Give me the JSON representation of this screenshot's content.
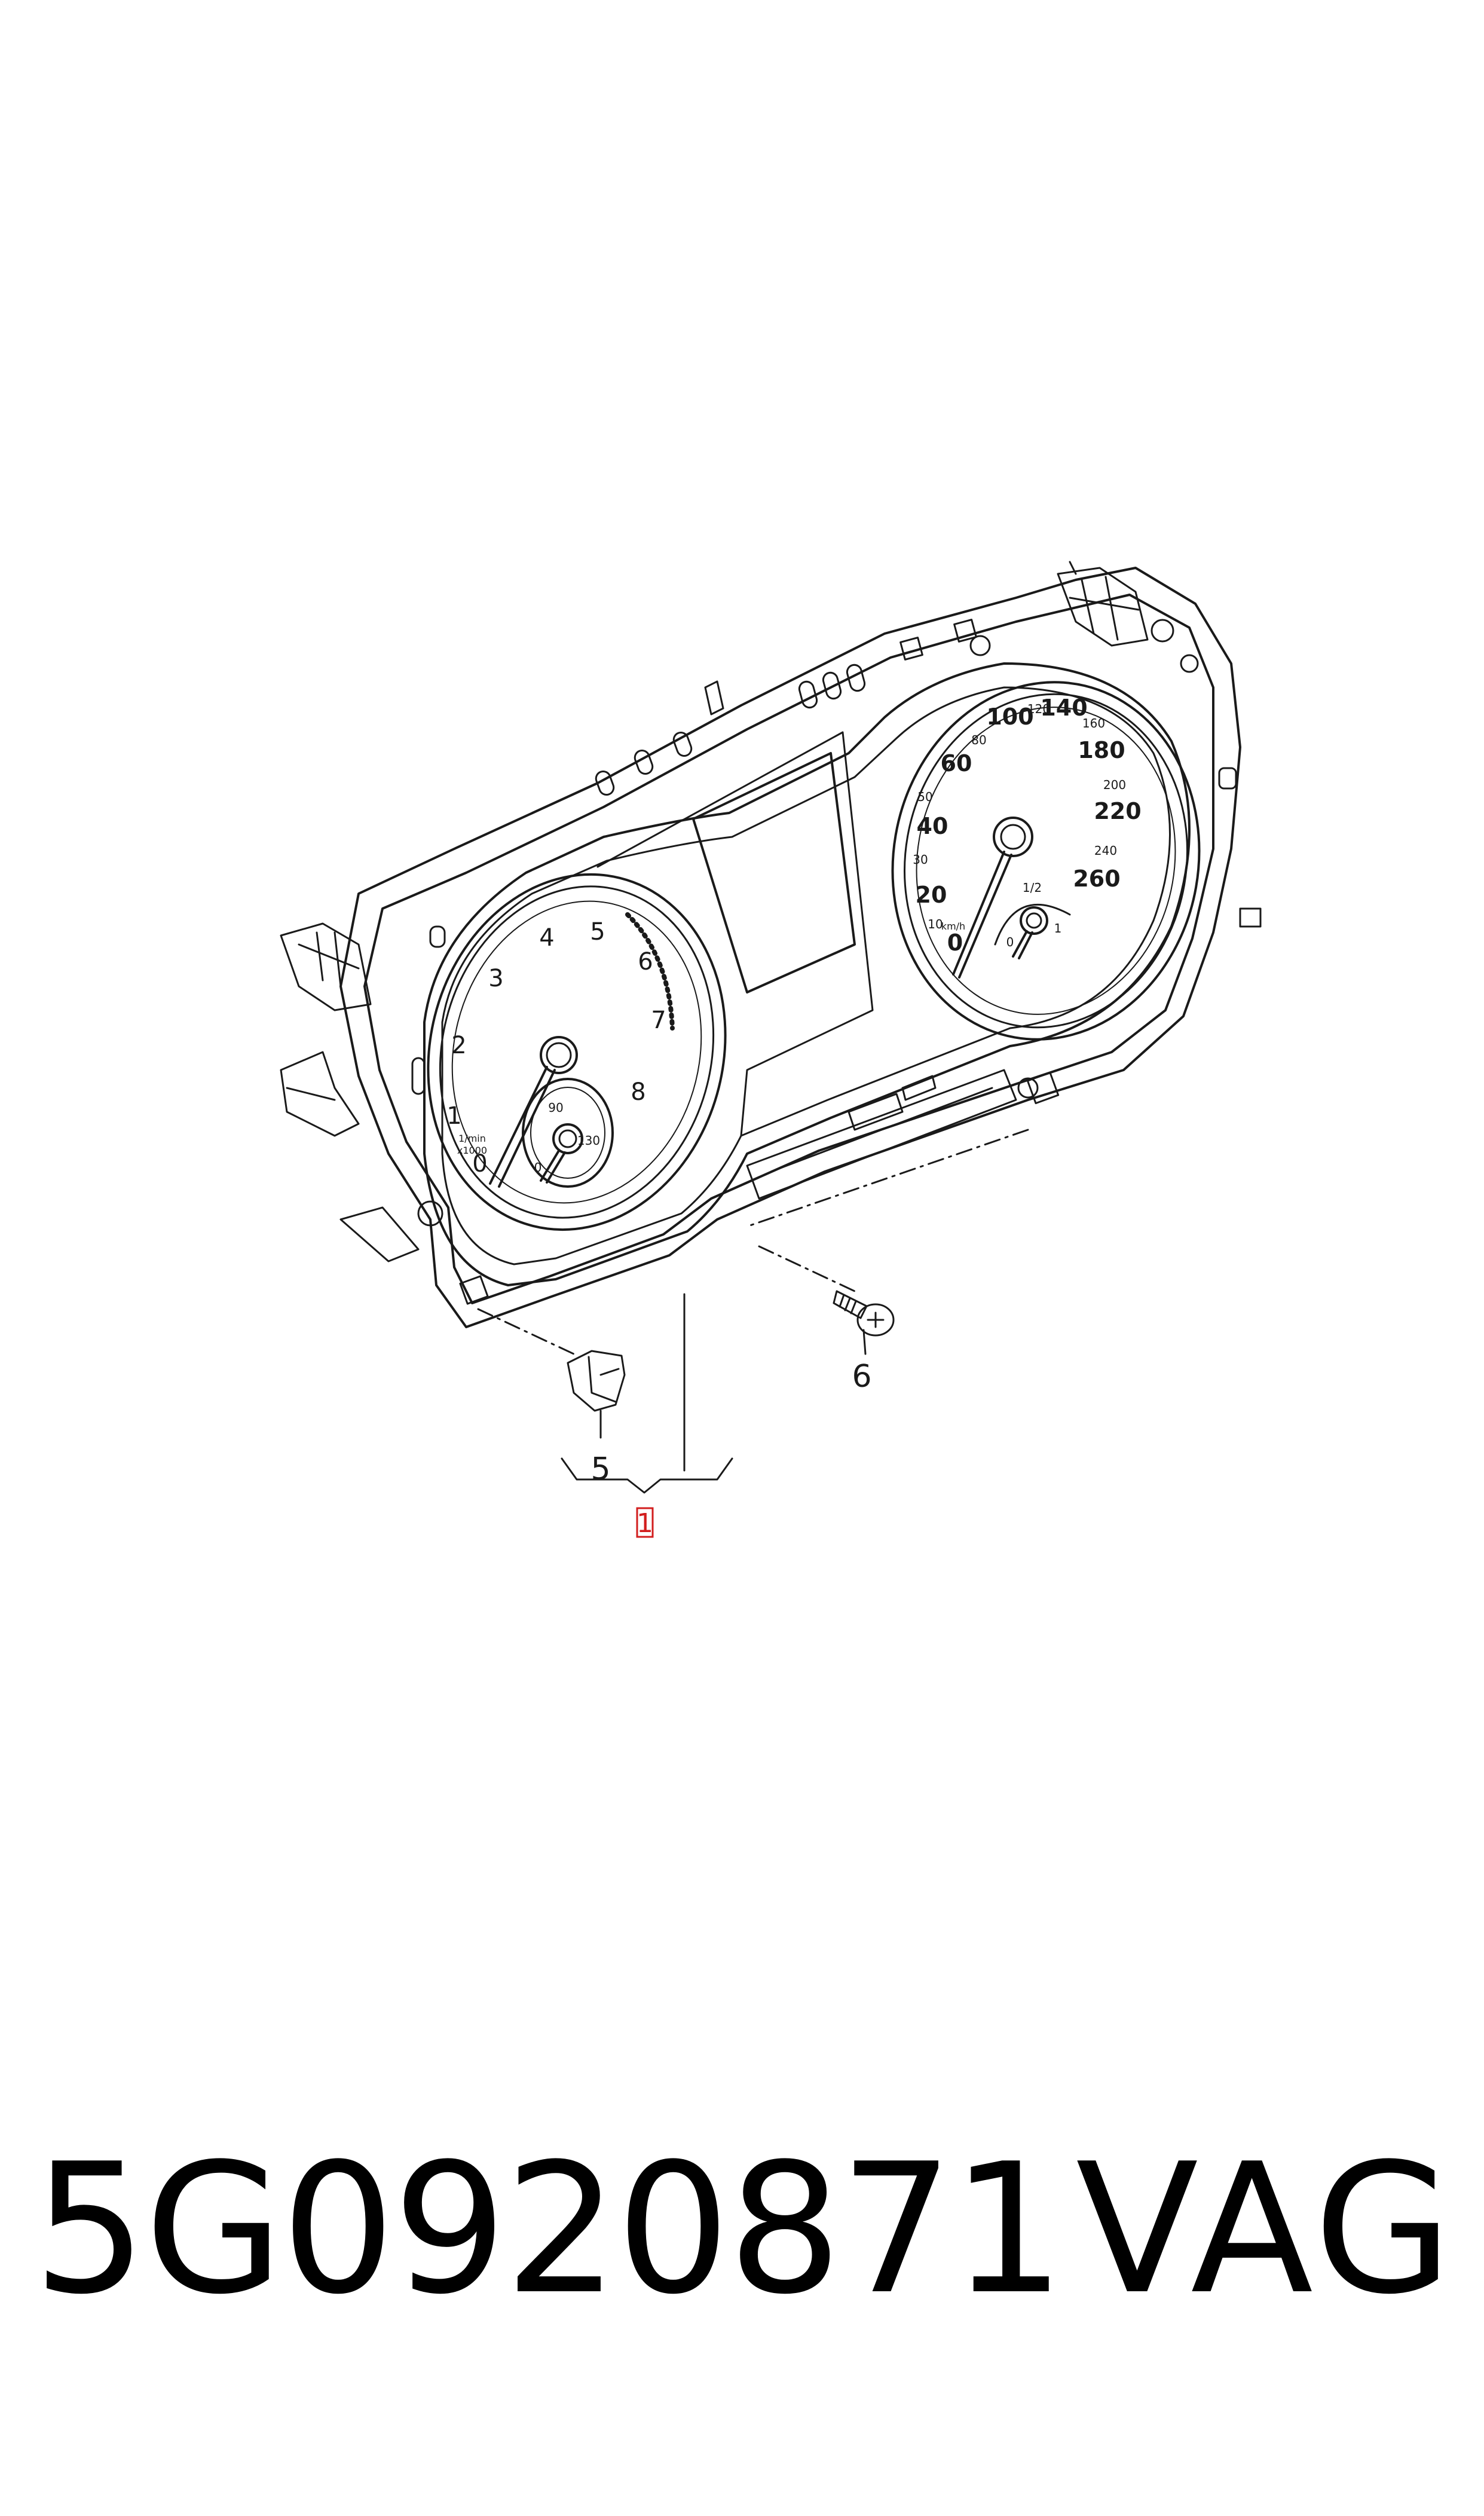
{
  "diagram": {
    "callouts": [
      {
        "id": "1",
        "label": "1",
        "highlight_color": "#d21e1e"
      },
      {
        "id": "5",
        "label": "5"
      },
      {
        "id": "6",
        "label": "6"
      }
    ],
    "tachometer": {
      "ticks": [
        "0",
        "1",
        "2",
        "3",
        "4",
        "5",
        "6",
        "7",
        "8"
      ],
      "unit_label": "1/min\nx1000",
      "temperature_ticks": [
        "0",
        "90",
        "130"
      ]
    },
    "speedometer": {
      "ticks_major": [
        "0",
        "20",
        "40",
        "60",
        "100",
        "140",
        "180",
        "220",
        "260"
      ],
      "ticks_minor": [
        "10",
        "30",
        "50",
        "80",
        "120",
        "160",
        "200",
        "240"
      ],
      "unit_label": "km/h",
      "fuel_ticks": [
        "0",
        "1/2",
        "1"
      ]
    },
    "line_color": "#1a1a1a"
  },
  "caption": {
    "part_number": "5G0920871",
    "brand": "VAG"
  }
}
